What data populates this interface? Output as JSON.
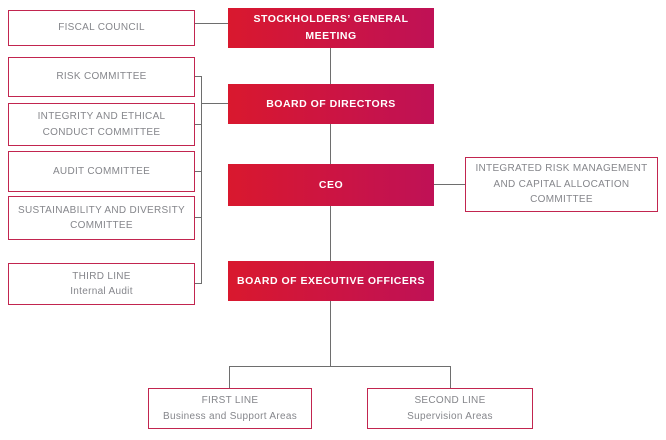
{
  "title": "Governance structure organizational chart",
  "colors": {
    "filled_box_gradient_left": "#d9182e",
    "filled_box_gradient_right": "#bf1156",
    "outline_box_border": "#c2254f",
    "outline_box_text": "#85868b",
    "filled_box_text": "#ffffff",
    "connector_line": "#6e6e6e",
    "background": "#ffffff"
  },
  "nodes": {
    "fiscal_council": {
      "line1": "FISCAL COUNCIL"
    },
    "risk_committee": {
      "line1": "RISK COMMITTEE"
    },
    "integrity_committee": {
      "line1": "INTEGRITY AND ETHICAL",
      "line2": "CONDUCT COMMITTEE"
    },
    "audit_committee": {
      "line1": "AUDIT COMMITTEE"
    },
    "sustainability_committee": {
      "line1": "SUSTAINABILITY AND DIVERSITY",
      "line2": "COMMITTEE"
    },
    "third_line": {
      "line1": "THIRD LINE",
      "line2": "Internal Audit"
    },
    "stockholders_meeting": {
      "line1": "STOCKHOLDERS’ GENERAL",
      "line2": "MEETING"
    },
    "board_of_directors": {
      "line1": "BOARD OF DIRECTORS"
    },
    "ceo": {
      "line1": "CEO"
    },
    "board_of_executive_officers": {
      "line1": "BOARD OF EXECUTIVE OFFICERS"
    },
    "integrated_risk_committee": {
      "line1": "INTEGRATED RISK MANAGEMENT",
      "line2": "AND CAPITAL ALLOCATION",
      "line3": "COMMITTEE"
    },
    "first_line": {
      "line1": "FIRST LINE",
      "line2": "Business and Support Areas"
    },
    "second_line": {
      "line1": "SECOND LINE",
      "line2": "Supervision Areas"
    }
  }
}
